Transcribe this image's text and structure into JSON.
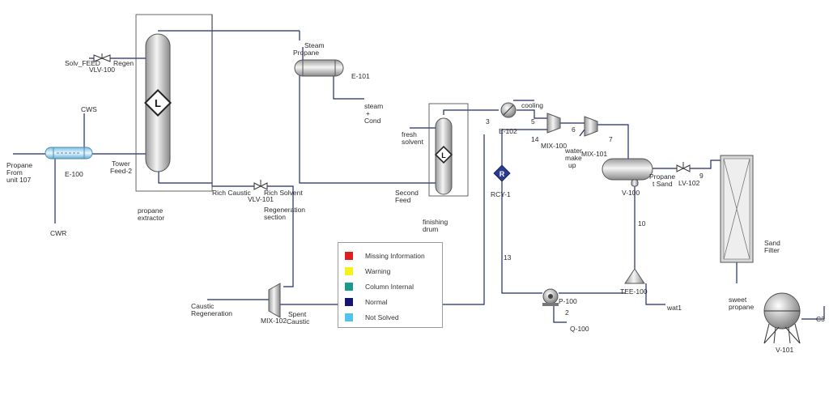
{
  "labels": {
    "solv_feed": "Solv_FEED",
    "vlv100": "VLV-100",
    "regen": "Regen",
    "steam": "Steam",
    "propane": "Propane",
    "e101": "E-101",
    "steam_cond_1": "steam",
    "steam_cond_2": "+",
    "steam_cond_3": "Cond",
    "cws": "CWS",
    "propane_from_1": "Propane",
    "propane_from_2": "From",
    "propane_from_3": "unit 107",
    "e100": "E-100",
    "tower_feed_1": "Tower",
    "tower_feed_2": "Feed-2",
    "cwr": "CWR",
    "propane_extractor_1": "propane",
    "propane_extractor_2": "extractor",
    "rich_caustic": "Rich Caustic",
    "vlv101": "VLV-101",
    "rich_solvent": "Rich Solvent",
    "regeneration_1": "Regeneration",
    "regeneration_2": "section",
    "fresh_solvent_1": "fresh",
    "fresh_solvent_2": "solvent",
    "second_feed_1": "Second",
    "second_feed_2": "Feed",
    "finishing_drum_1": "finishing",
    "finishing_drum_2": "drum",
    "s3": "3",
    "cooling": "cooling",
    "s5": "5",
    "e102": "E-102",
    "s14": "14",
    "mix100": "MIX-100",
    "s6": "6",
    "water_makeup_1": "water",
    "water_makeup_2": "make",
    "water_makeup_3": "up",
    "mix101": "MIX-101",
    "s7": "7",
    "propane_sand_1": "Propane",
    "propane_sand_2": "t Sand",
    "vlv102": "LV-102",
    "s9": "9",
    "v100": "V-100",
    "rcy1": "RCY-1",
    "s10": "10",
    "s13": "13",
    "sand_filter_1": "Sand",
    "sand_filter_2": "Filter",
    "caustic_regen_1": "Caustic",
    "caustic_regen_2": "Regeneration",
    "mix102": "MIX-102",
    "spent_caustic_1": "Spent",
    "spent_caustic_2": "Caustic",
    "p100": "P-100",
    "s2": "2",
    "q100": "Q-100",
    "tee100": "TEE-100",
    "wat1": "wat1",
    "sweet_propane_1": "sweet",
    "sweet_propane_2": "propane",
    "c3": "C3",
    "v101": "V-101"
  },
  "legend": [
    {
      "label": "Missing Information",
      "color": "#e01e1e"
    },
    {
      "label": "Warning",
      "color": "#f2f21c"
    },
    {
      "label": "Column Internal",
      "color": "#1a9a8c"
    },
    {
      "label": "Normal",
      "color": "#141473"
    },
    {
      "label": "Not Solved",
      "color": "#52c3ee"
    }
  ],
  "colors": {
    "stream": "#1e2a6a",
    "outline": "#555555"
  }
}
